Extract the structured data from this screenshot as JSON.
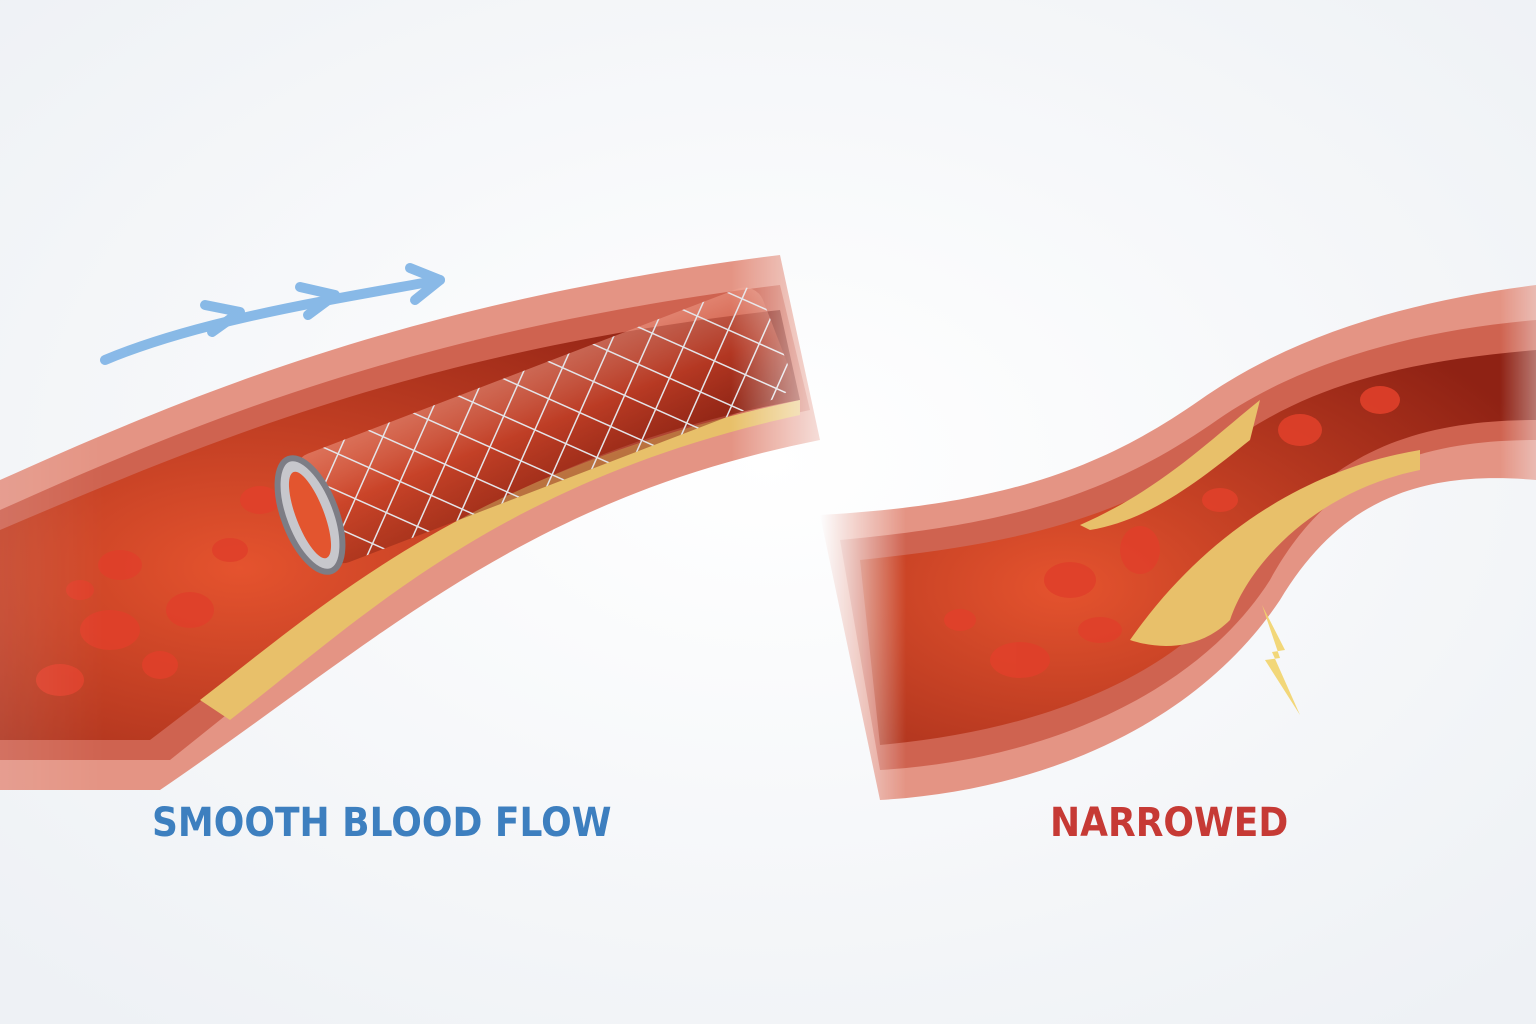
{
  "labels": {
    "left": "SMOOTH BLOOD FLOW",
    "right": "NARROWED"
  },
  "colors": {
    "left_label": "#3d7fbf",
    "right_label": "#c63a35",
    "vessel_wall": "#d9786a",
    "blood": "#b8321f",
    "plaque": "#e8c06a",
    "flow_arrow": "#6aa6de"
  },
  "icons": [
    "flow-arrow-icon",
    "stent",
    "lightning-icon"
  ]
}
